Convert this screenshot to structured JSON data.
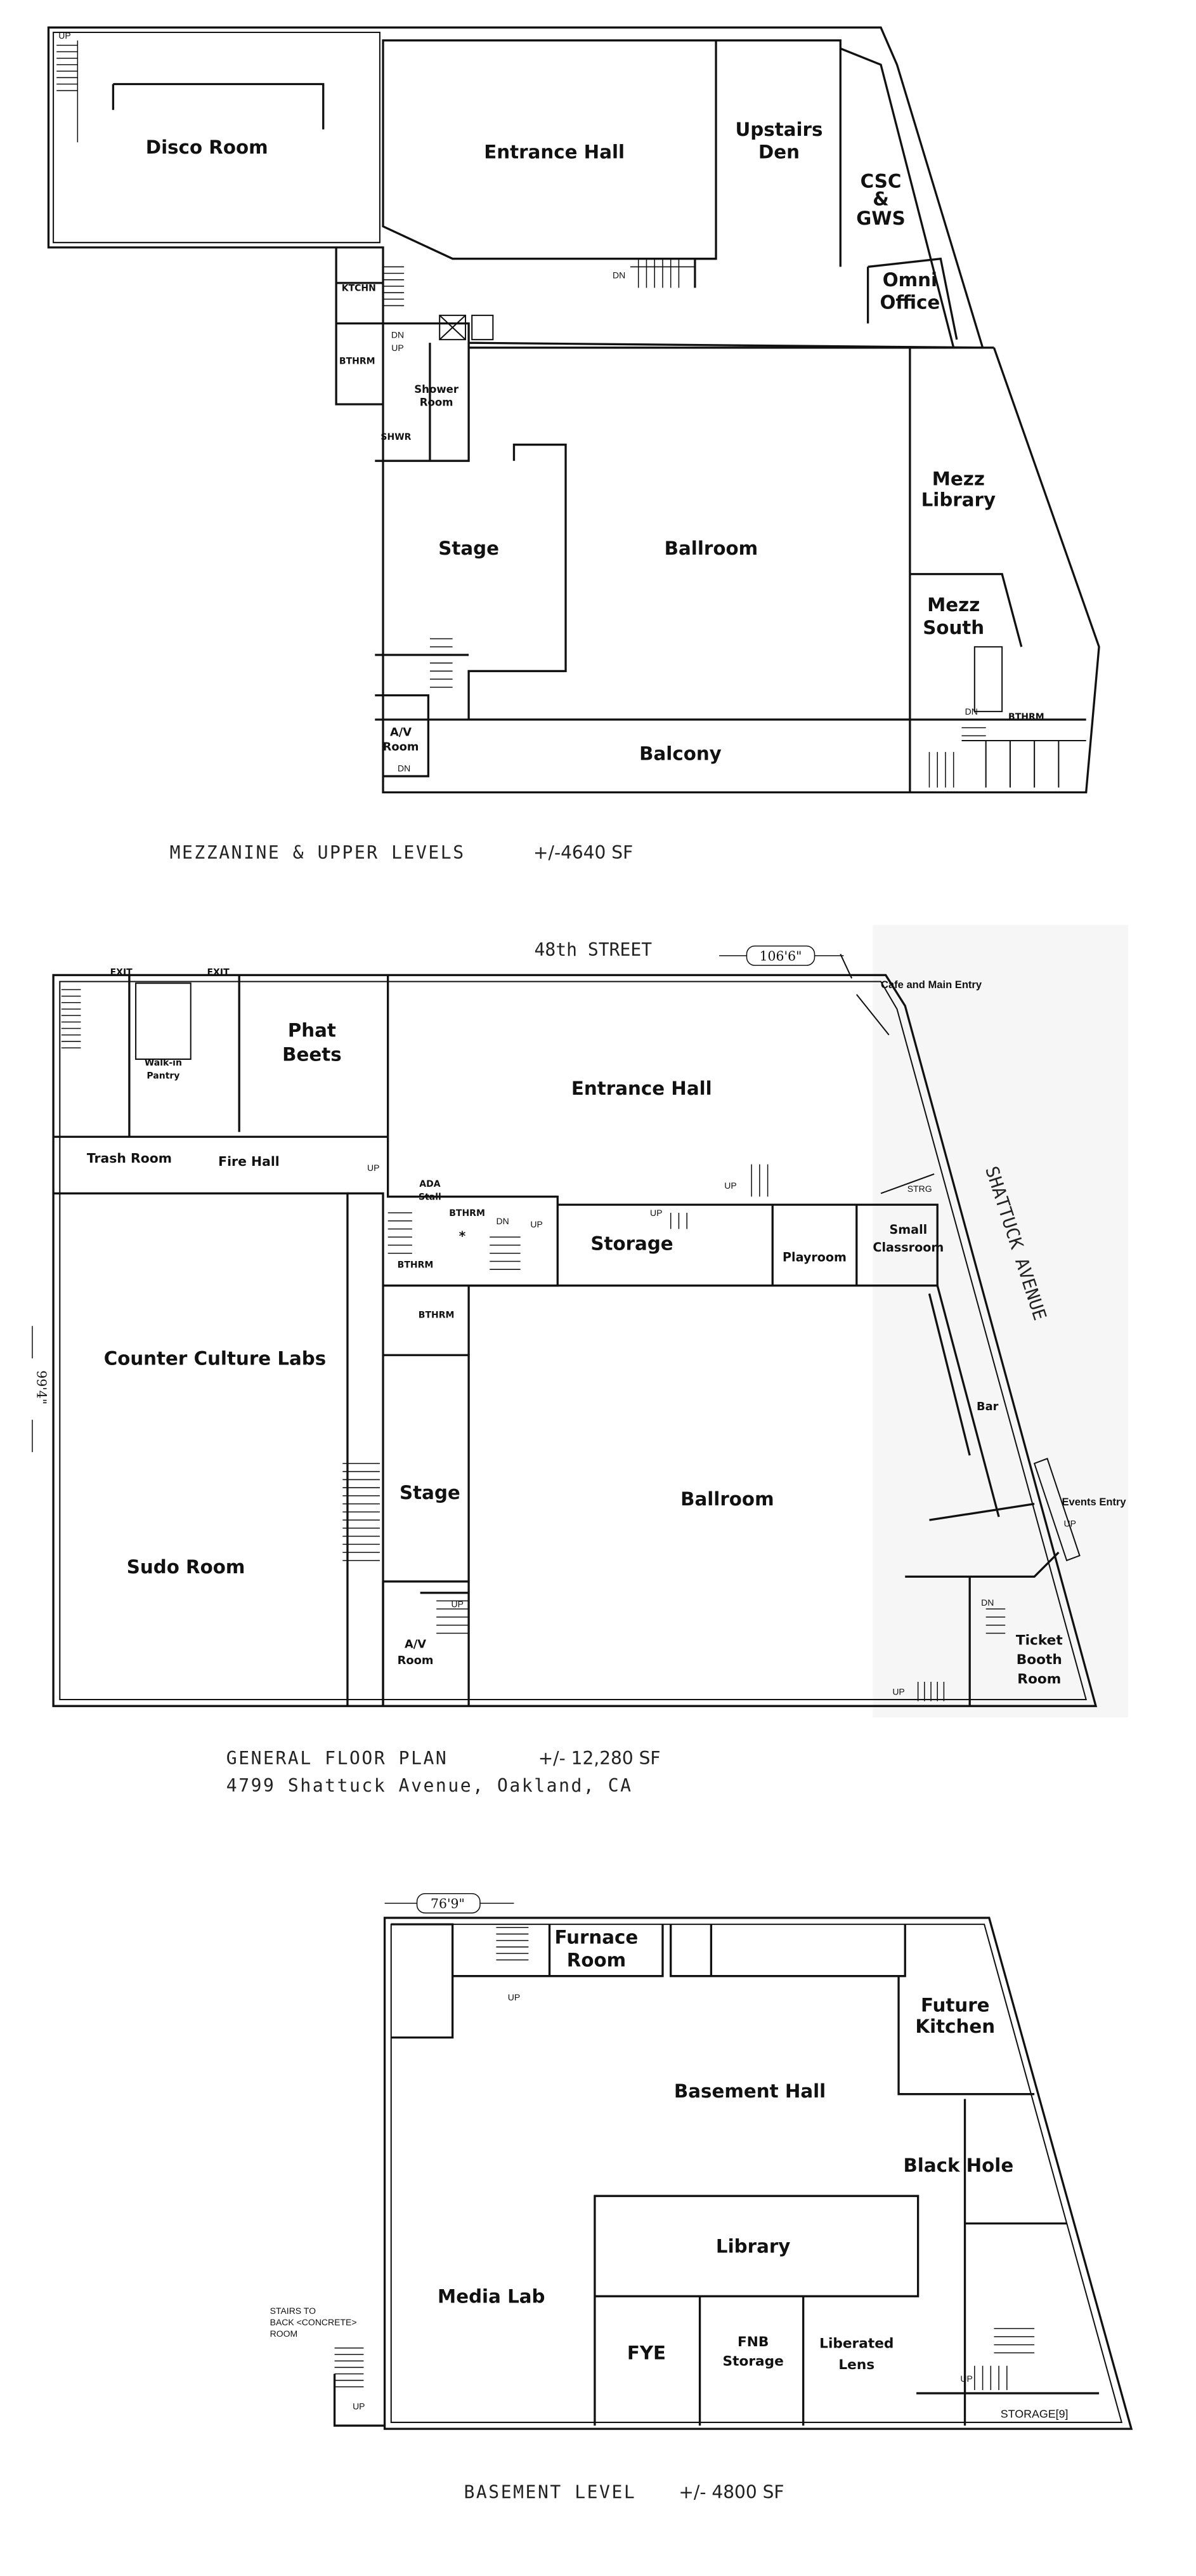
{
  "mezzanine": {
    "caption": "MEZZANINE & UPPER LEVELS",
    "area": "+/-4640 SF",
    "rooms": {
      "disco_room": "Disco Room",
      "entrance_hall": "Entrance Hall",
      "upstairs_den_1": "Upstairs",
      "upstairs_den_2": "Den",
      "csc_1": "CSC",
      "csc_2": "&",
      "csc_3": "GWS",
      "omni_1": "Omni",
      "omni_2": "Office",
      "kitchen": "KTCHN",
      "bathroom": "BTHRM",
      "shower_room_1": "Shower",
      "shower_room_2": "Room",
      "shower": "SHWR",
      "stage": "Stage",
      "ballroom": "Ballroom",
      "mezz_library_1": "Mezz",
      "mezz_library_2": "Library",
      "mezz_south_1": "Mezz",
      "mezz_south_2": "South",
      "av_room_1": "A/V",
      "av_room_2": "Room",
      "balcony": "Balcony",
      "bathroom_2": "BTHRM"
    },
    "marks": {
      "up": "UP",
      "dn": "DN"
    }
  },
  "ground": {
    "caption": "GENERAL FLOOR PLAN",
    "area": "+/- 12,280 SF",
    "address": "4799 Shattuck Avenue, Oakland, CA",
    "street_top": "48th STREET",
    "street_right": "SHATTUCK AVENUE",
    "dim_width": "106'6\"",
    "dim_height": "99'4\"",
    "cafe_entry": "Cafe and Main Entry",
    "events_entry": "Events Entry",
    "rooms": {
      "exit_1": "EXIT",
      "exit_2": "EXIT",
      "pantry_1": "Walk-in",
      "pantry_2": "Pantry",
      "phat_beets_1": "Phat",
      "phat_beets_2": "Beets",
      "entrance_hall": "Entrance Hall",
      "trash_room": "Trash Room",
      "fire_hall": "Fire Hall",
      "ada_1": "ADA",
      "ada_2": "Stall",
      "bathroom_1": "BTHRM",
      "asterisk": "*",
      "bathroom_2": "BTHRM",
      "bathroom_3": "BTHRM",
      "storage": "Storage",
      "strg": "STRG",
      "playroom": "Playroom",
      "small_classroom_1": "Small",
      "small_classroom_2": "Classroom",
      "counter_culture": "Counter Culture Labs",
      "stage": "Stage",
      "ballroom": "Ballroom",
      "bar": "Bar",
      "sudo_room": "Sudo Room",
      "av_room_1": "A/V",
      "av_room_2": "Room",
      "ticket_1": "Ticket",
      "ticket_2": "Booth",
      "ticket_3": "Room"
    },
    "marks": {
      "up": "UP",
      "dn": "DN"
    }
  },
  "basement": {
    "caption": "BASEMENT LEVEL",
    "area": "+/- 4800 SF",
    "dim_width": "76'9\"",
    "stairs_note_1": "STAIRS TO",
    "stairs_note_2": "BACK <CONCRETE>",
    "stairs_note_3": "ROOM",
    "rooms": {
      "furnace_1": "Furnace",
      "furnace_2": "Room",
      "future_kitchen_1": "Future",
      "future_kitchen_2": "Kitchen",
      "basement_hall": "Basement Hall",
      "black_hole": "Black Hole",
      "library": "Library",
      "media_lab": "Media Lab",
      "fye": "FYE",
      "fnb_1": "FNB",
      "fnb_2": "Storage",
      "lens_1": "Liberated",
      "lens_2": "Lens",
      "storage": "STORAGE[9]"
    },
    "marks": {
      "up": "UP"
    }
  }
}
